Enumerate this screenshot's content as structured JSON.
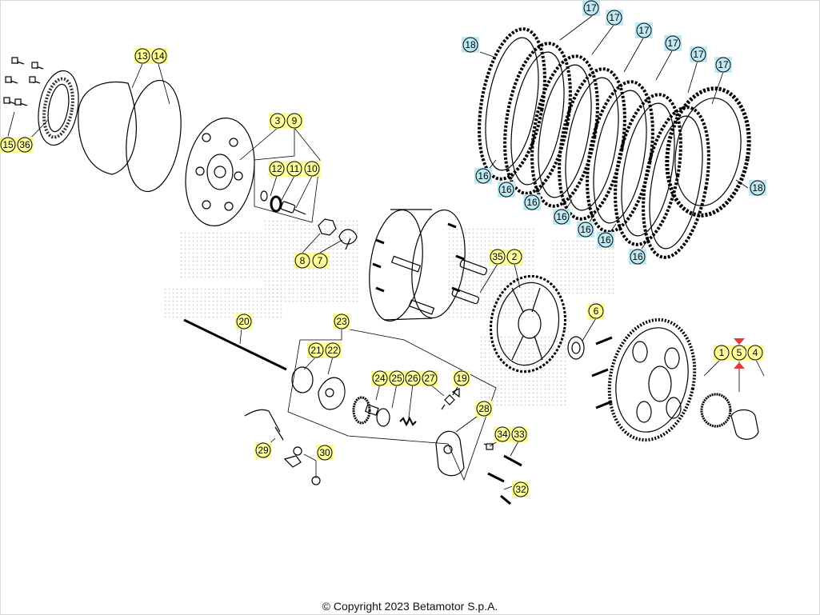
{
  "diagram": {
    "copyright": "© Copyright 2023 Betamotor S.p.A.",
    "colors": {
      "callout_yellow": "#ffff99",
      "callout_blue": "#bfe9f3",
      "marker_red": "#e53935",
      "line": "#000000",
      "watermark": "#bdbdbd"
    },
    "callouts": {
      "c17a": "17",
      "c17b": "17",
      "c17c": "17",
      "c17d": "17",
      "c17e": "17",
      "c17f": "17",
      "c18a": "18",
      "c18b": "18",
      "c16a": "16",
      "c16b": "16",
      "c16c": "16",
      "c16d": "16",
      "c16e": "16",
      "c16f": "16",
      "c16g": "16",
      "c13": "13",
      "c14": "14",
      "c15": "15",
      "c36": "36",
      "c3": "3",
      "c9": "9",
      "c12": "12",
      "c11": "11",
      "c10": "10",
      "c8": "8",
      "c7": "7",
      "c35": "35",
      "c2": "2",
      "c6": "6",
      "c20": "20",
      "c23": "23",
      "c21": "21",
      "c22": "22",
      "c24": "24",
      "c25": "25",
      "c26": "26",
      "c27": "27",
      "c19": "19",
      "c28": "28",
      "c34": "34",
      "c33": "33",
      "c32": "32",
      "c29": "29",
      "c30": "30",
      "c1": "1",
      "c5": "5",
      "c4": "4"
    }
  }
}
